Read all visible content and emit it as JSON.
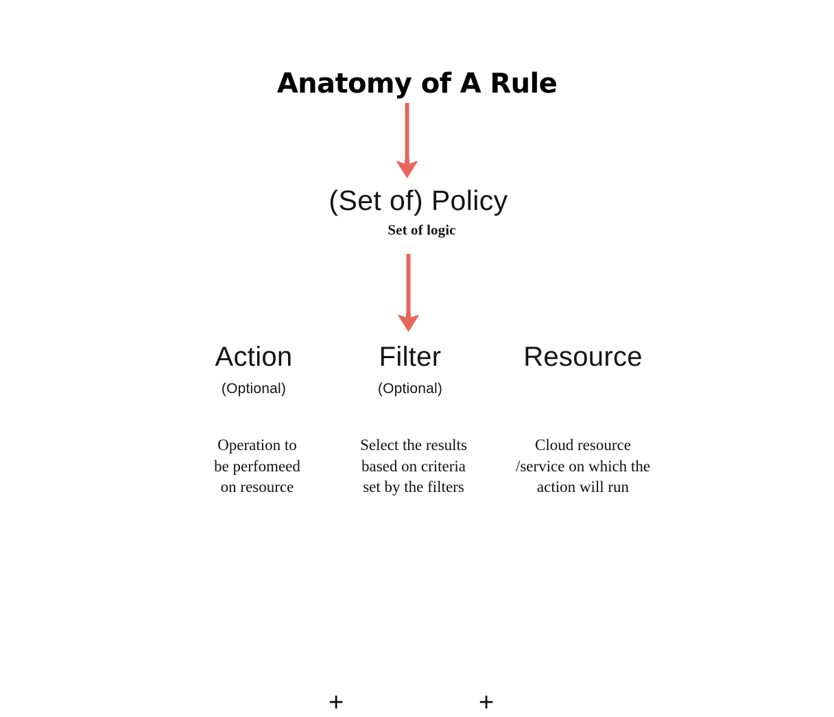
{
  "meta": {
    "background_color": "#ffffff",
    "arrow_color": "#e8665c",
    "text_color": "#111111"
  },
  "title": "Anatomy of A Rule",
  "policy": {
    "name": "(Set of) Policy",
    "subtitle": "Set of logic"
  },
  "operators": {
    "plus_1": "+",
    "plus_2": "+"
  },
  "components": [
    {
      "name": "Action",
      "optional_label": "(Optional)",
      "description": "Operation to\nbe perfomeed\non resource"
    },
    {
      "name": "Filter",
      "optional_label": "(Optional)",
      "description": "Select the results\nbased on criteria\nset by the filters"
    },
    {
      "name": "Resource",
      "optional_label": "",
      "description": "Cloud resource\n/service on which the\naction will run"
    }
  ],
  "arrows": [
    {
      "name": "title-to-policy",
      "from": "Anatomy of A Rule",
      "to": "(Set of) Policy"
    },
    {
      "name": "policy-to-components",
      "from": "(Set of) Policy",
      "to": "Action + Filter + Resource"
    }
  ]
}
